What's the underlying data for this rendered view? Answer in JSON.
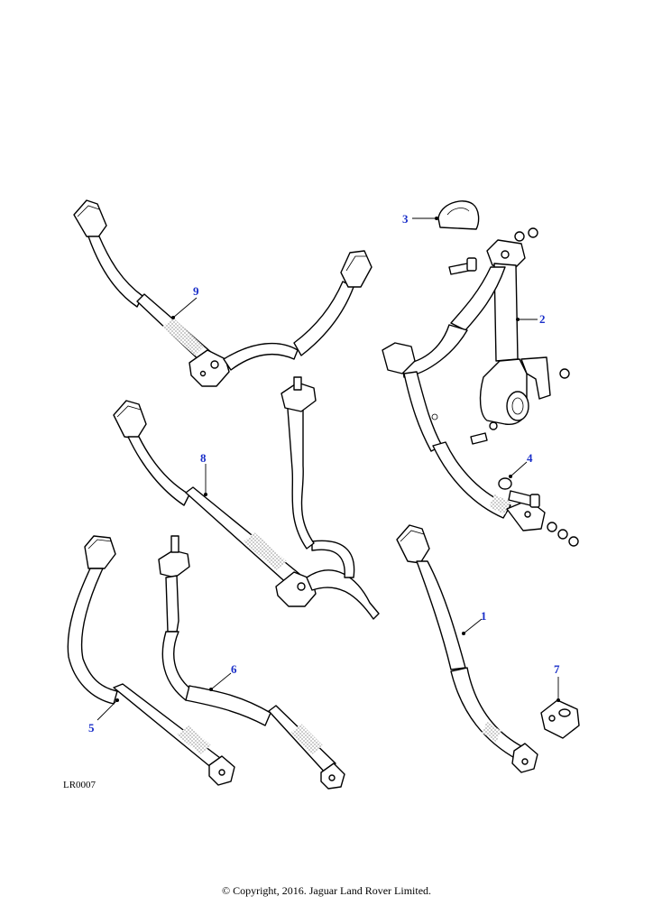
{
  "callouts": [
    "1",
    "2",
    "3",
    "4",
    "5",
    "6",
    "7",
    "8",
    "9"
  ],
  "reference_code": "LR0007",
  "copyright": "© Copyright, 2016. Jaguar Land Rover Limited."
}
